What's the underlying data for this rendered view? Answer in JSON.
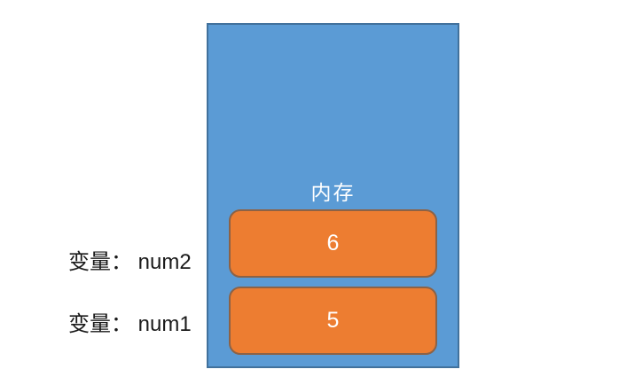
{
  "diagram": {
    "title": "memory-variables-diagram",
    "memory": {
      "label": "内存"
    },
    "cells": [
      {
        "value": "6",
        "variable_label": "变量： num2"
      },
      {
        "value": "5",
        "variable_label": "变量： num1"
      }
    ],
    "colors": {
      "memory_fill": "#5B9BD5",
      "memory_border": "#41719C",
      "memory_text": "#FFFFFF",
      "cell_fill": "#ED7D31",
      "cell_border": "#8C6246",
      "cell_text": "#FFFFFF",
      "label_text": "#1A1A1A",
      "background": "#FFFFFF"
    }
  }
}
